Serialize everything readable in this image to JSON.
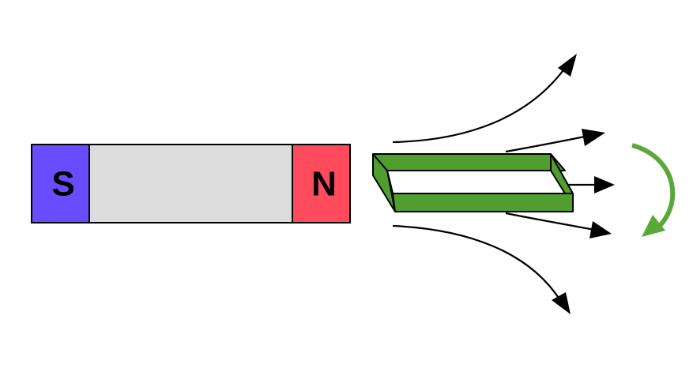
{
  "magnet": {
    "south_label": "S",
    "north_label": "N",
    "south_color": "#6a4cff",
    "north_color": "#ff4b5c",
    "body_color": "#dcdcdc"
  },
  "loop": {
    "color": "#4f9e2e"
  },
  "rotation_arrow": {
    "color": "#5aa83a",
    "direction": "clockwise"
  },
  "field_lines": {
    "color": "#000000",
    "count": 5
  }
}
